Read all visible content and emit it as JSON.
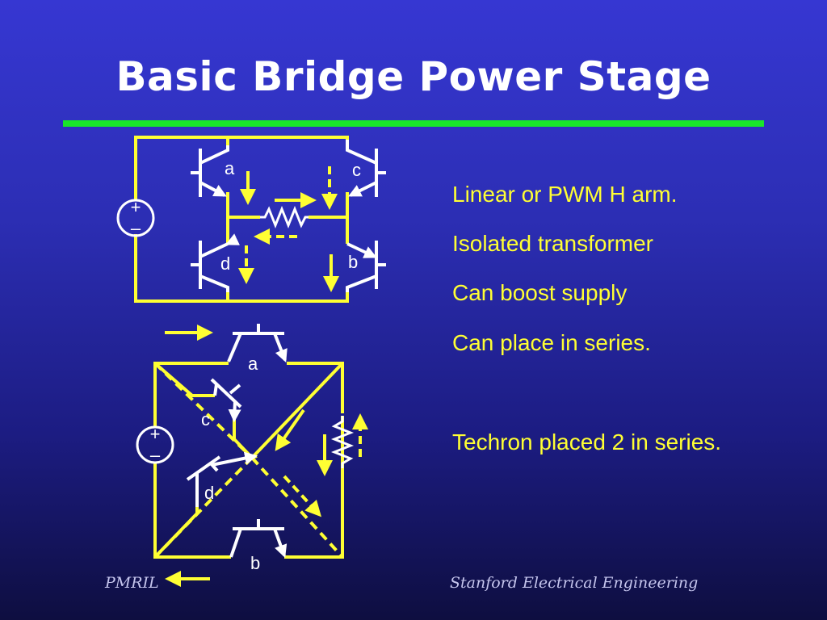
{
  "slide": {
    "title": "Basic Bridge Power Stage",
    "bullets": [
      "Linear or PWM H arm.",
      "Isolated transformer",
      "Can boost supply",
      "Can place in series.",
      "Techron placed 2 in series."
    ],
    "footer_left": "PMRIL",
    "footer_right": "Stanford Electrical Engineering"
  },
  "diagram_top": {
    "switch_labels": [
      "a",
      "c",
      "d",
      "b"
    ],
    "source_plus": "+",
    "source_minus": "–"
  },
  "diagram_bottom": {
    "switch_labels": [
      "a",
      "c",
      "d",
      "b"
    ],
    "source_plus": "+",
    "source_minus": "–"
  },
  "colors": {
    "background_top": "#3637d2",
    "background_bottom": "#0e0e40",
    "wire": "#ffff33",
    "component": "#ffffff",
    "rule": "#19e62a",
    "text": "#ffff33"
  }
}
